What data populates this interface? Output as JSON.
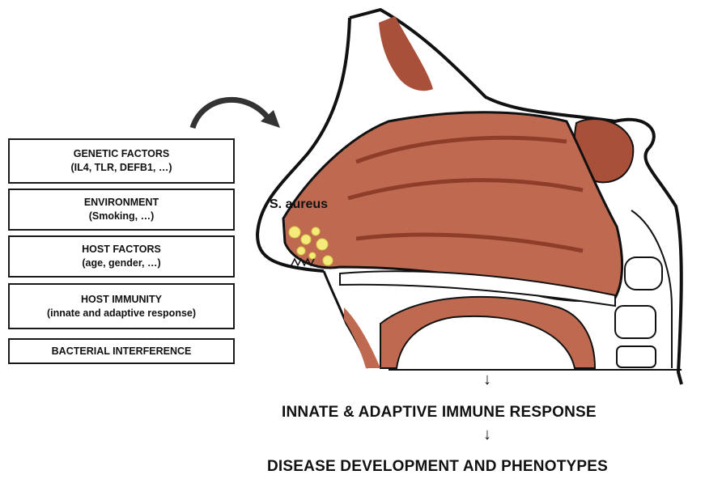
{
  "factors": [
    {
      "line1": "GENETIC FACTORS",
      "line2": "(IL4, TLR, DEFB1, …)"
    },
    {
      "line1": "ENVIRONMENT",
      "line2": "(Smoking, …)"
    },
    {
      "line1": "HOST FACTORS",
      "line2": "(age, gender, …)"
    },
    {
      "line1": "HOST IMMUNITY",
      "line2": "(innate and adaptive response)"
    },
    {
      "line1": "BACTERIAL INTERFERENCE"
    }
  ],
  "pathogen_label": "S. aureus",
  "outcomes": [
    "INNATE & ADAPTIVE IMMUNE RESPONSE",
    "DISEASE DEVELOPMENT AND PHENOTYPES"
  ],
  "arrow_glyph": "↓",
  "colors": {
    "tissue": "#bf6a50",
    "bone": "#a9503b",
    "bacteria": "#f5eb7a",
    "outline": "#111111"
  }
}
